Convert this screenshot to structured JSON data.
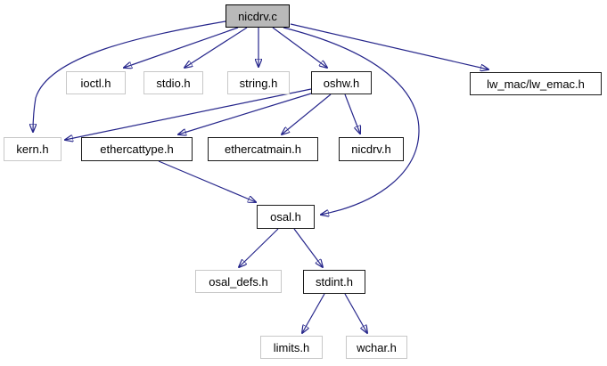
{
  "diagram": {
    "kind": "include-dependency-graph",
    "root": "nicdrv.c",
    "colors": {
      "background": "#ffffff",
      "edge": "#26268b",
      "root_fill": "#b9b9b9",
      "node_fill": "#ffffff",
      "internal_border": "#1c1c1c",
      "external_border": "#c8c8c8",
      "text": "#000000"
    },
    "nodes": [
      {
        "id": "nicdrv.c",
        "label": "nicdrv.c",
        "kind": "root"
      },
      {
        "id": "ioctl.h",
        "label": "ioctl.h",
        "kind": "external"
      },
      {
        "id": "stdio.h",
        "label": "stdio.h",
        "kind": "external"
      },
      {
        "id": "string.h",
        "label": "string.h",
        "kind": "external"
      },
      {
        "id": "oshw.h",
        "label": "oshw.h",
        "kind": "internal"
      },
      {
        "id": "lw_mac/lw_emac.h",
        "label": "lw_mac/lw_emac.h",
        "kind": "internal"
      },
      {
        "id": "kern.h",
        "label": "kern.h",
        "kind": "external"
      },
      {
        "id": "ethercattype.h",
        "label": "ethercattype.h",
        "kind": "internal"
      },
      {
        "id": "ethercatmain.h",
        "label": "ethercatmain.h",
        "kind": "internal"
      },
      {
        "id": "nicdrv.h",
        "label": "nicdrv.h",
        "kind": "internal"
      },
      {
        "id": "osal.h",
        "label": "osal.h",
        "kind": "internal"
      },
      {
        "id": "osal_defs.h",
        "label": "osal_defs.h",
        "kind": "external"
      },
      {
        "id": "stdint.h",
        "label": "stdint.h",
        "kind": "internal"
      },
      {
        "id": "limits.h",
        "label": "limits.h",
        "kind": "external"
      },
      {
        "id": "wchar.h",
        "label": "wchar.h",
        "kind": "external"
      }
    ],
    "edges": [
      {
        "from": "nicdrv.c",
        "to": "ioctl.h"
      },
      {
        "from": "nicdrv.c",
        "to": "stdio.h"
      },
      {
        "from": "nicdrv.c",
        "to": "string.h"
      },
      {
        "from": "nicdrv.c",
        "to": "oshw.h"
      },
      {
        "from": "nicdrv.c",
        "to": "lw_mac/lw_emac.h"
      },
      {
        "from": "nicdrv.c",
        "to": "kern.h"
      },
      {
        "from": "nicdrv.c",
        "to": "osal.h"
      },
      {
        "from": "oshw.h",
        "to": "kern.h"
      },
      {
        "from": "oshw.h",
        "to": "ethercattype.h"
      },
      {
        "from": "oshw.h",
        "to": "ethercatmain.h"
      },
      {
        "from": "oshw.h",
        "to": "nicdrv.h"
      },
      {
        "from": "ethercattype.h",
        "to": "osal.h"
      },
      {
        "from": "osal.h",
        "to": "osal_defs.h"
      },
      {
        "from": "osal.h",
        "to": "stdint.h"
      },
      {
        "from": "stdint.h",
        "to": "limits.h"
      },
      {
        "from": "stdint.h",
        "to": "wchar.h"
      }
    ]
  }
}
